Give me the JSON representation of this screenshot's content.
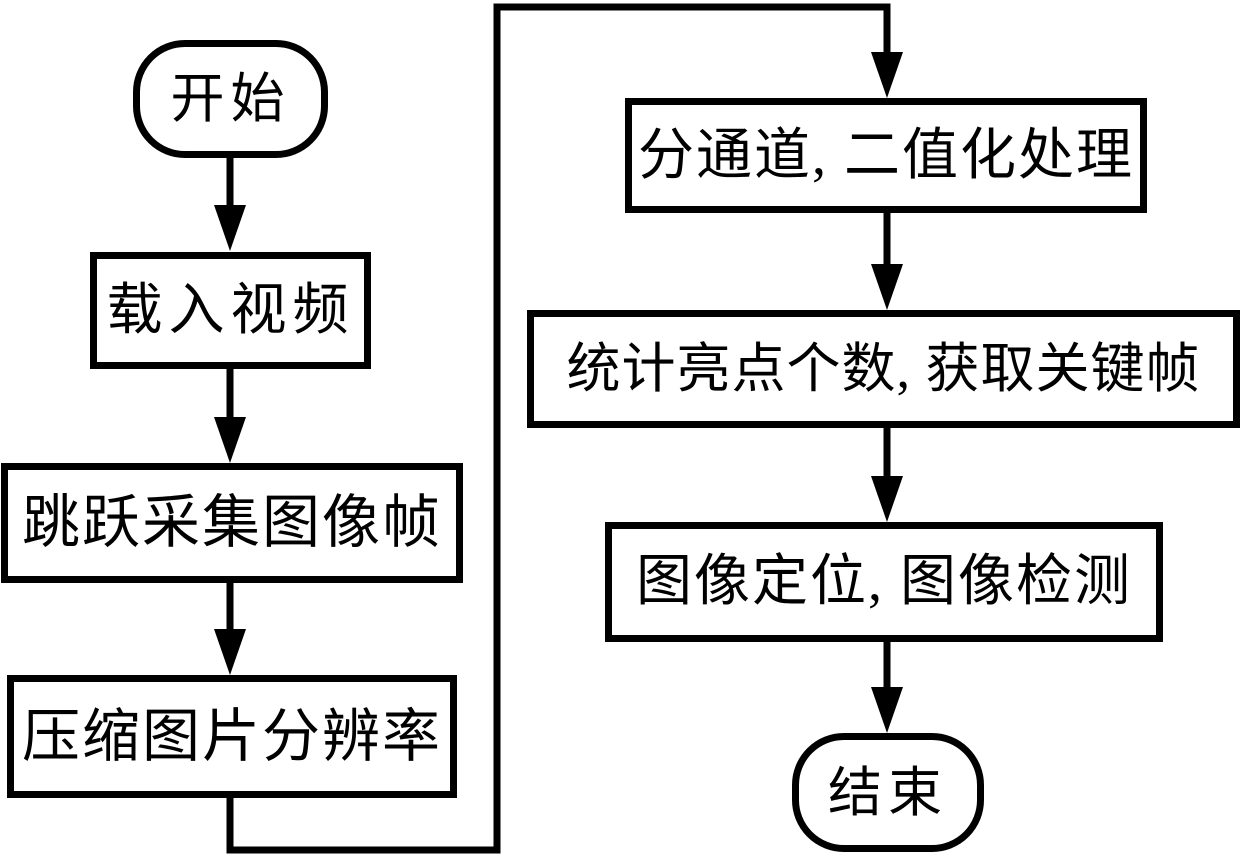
{
  "diagram": {
    "kind": "flowchart",
    "background_color": "#ffffff",
    "line_color": "#000000",
    "nodes": [
      {
        "id": "start",
        "type": "terminator",
        "label": "开始"
      },
      {
        "id": "load-video",
        "type": "process",
        "label": "载入视频"
      },
      {
        "id": "skip-sample",
        "type": "process",
        "label": "跳跃采集图像帧"
      },
      {
        "id": "compress",
        "type": "process",
        "label": "压缩图片分辨率"
      },
      {
        "id": "split-binarize",
        "type": "process",
        "label": "分通道, 二值化处理"
      },
      {
        "id": "count-keyframe",
        "type": "process",
        "label": "统计亮点个数, 获取关键帧"
      },
      {
        "id": "locate-detect",
        "type": "process",
        "label": "图像定位, 图像检测"
      },
      {
        "id": "end",
        "type": "terminator",
        "label": "结束"
      }
    ],
    "edges": [
      {
        "from": "start",
        "to": "load-video"
      },
      {
        "from": "load-video",
        "to": "skip-sample"
      },
      {
        "from": "skip-sample",
        "to": "compress"
      },
      {
        "from": "compress",
        "to": "split-binarize"
      },
      {
        "from": "split-binarize",
        "to": "count-keyframe"
      },
      {
        "from": "count-keyframe",
        "to": "locate-detect"
      },
      {
        "from": "locate-detect",
        "to": "end"
      }
    ]
  }
}
